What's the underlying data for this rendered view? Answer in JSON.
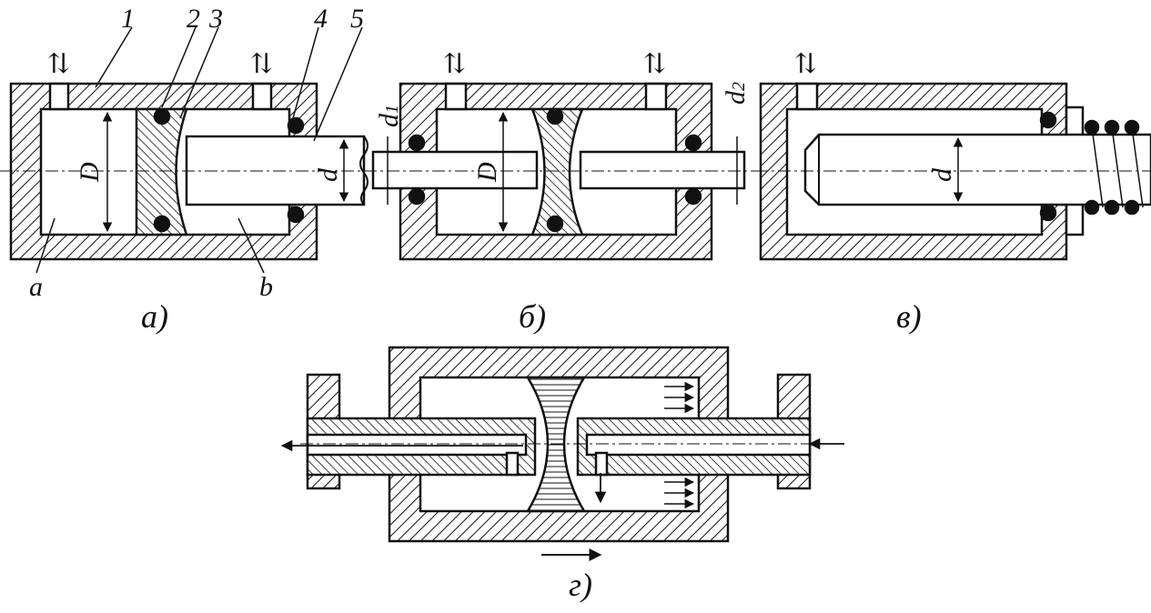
{
  "colors": {
    "ink": "#111111",
    "paper": "#ffffff"
  },
  "labels": {
    "n1": "1",
    "n2": "2",
    "n3": "3",
    "n4": "4",
    "n5": "5",
    "a": "a",
    "b": "b",
    "D": "D",
    "d": "d",
    "d1": "d",
    "d1_sub": "1",
    "d2": "d",
    "d2_sub": "2"
  },
  "captions": {
    "a": "а)",
    "b": "б)",
    "v": "в)",
    "g": "г)"
  },
  "arrow_glyph": "⇅"
}
